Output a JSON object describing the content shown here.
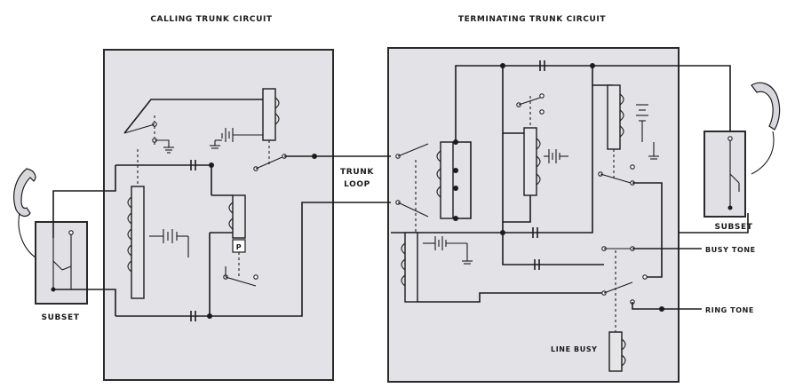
{
  "labels": {
    "calling_title": "CALLING TRUNK CIRCUIT",
    "terminating_title": "TERMINATING TRUNK CIRCUIT",
    "trunk_loop_1": "TRUNK",
    "trunk_loop_2": "LOOP",
    "subset_left": "SUBSET",
    "subset_right": "SUBSET",
    "busy_tone": "BUSY TONE",
    "ring_tone": "RING TONE",
    "line_busy": "LINE BUSY",
    "relay_p": "P"
  },
  "icons": [
    "telephone-handset-icon",
    "relay-coil-icon",
    "battery-icon",
    "ground-icon",
    "capacitor-icon",
    "switch-contact-icon"
  ],
  "colors": {
    "panel": "#e3e3e7",
    "ink": "#1c1c1c"
  }
}
